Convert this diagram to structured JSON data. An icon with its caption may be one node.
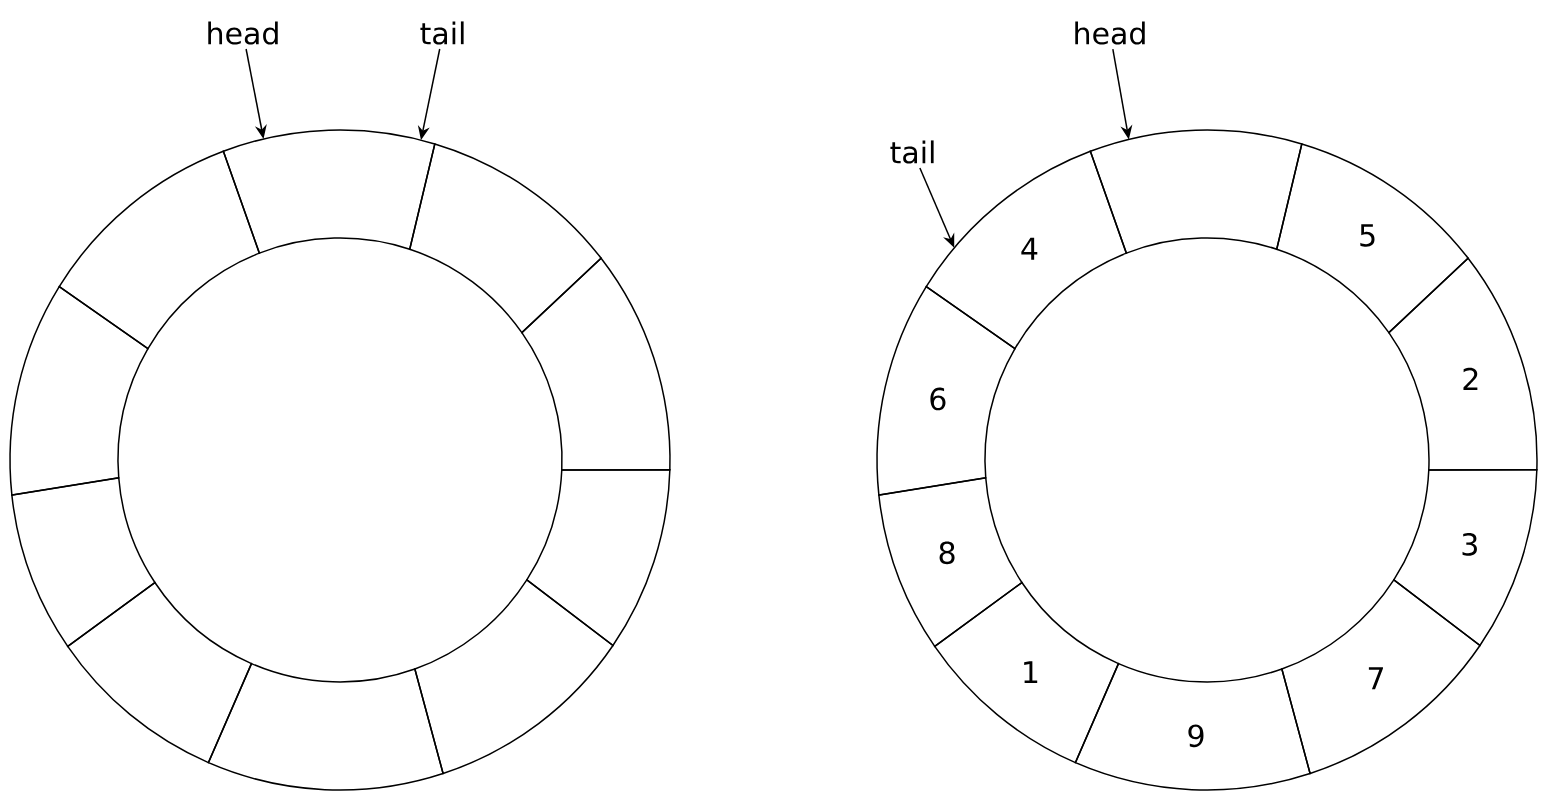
{
  "diagram": {
    "nodes": [
      {
        "text": [
          "head"
        ]
      },
      {
        "text": [
          "tail"
        ]
      },
      {
        "text": [],
        "shape": "box"
      },
      {
        "text": [],
        "shape": "box"
      },
      {
        "text": [],
        "shape": "box"
      },
      {
        "text": [],
        "shape": "box"
      },
      {
        "text": [],
        "shape": "box"
      },
      {
        "text": [],
        "shape": "box"
      },
      {
        "text": [],
        "shape": "box"
      },
      {
        "text": [],
        "shape": "box"
      },
      {
        "text": [],
        "shape": "box"
      },
      {
        "text": [],
        "shape": "box"
      },
      {
        "text": [
          "head"
        ]
      },
      {
        "text": [
          "tail"
        ]
      },
      {
        "text": [],
        "shape": "box"
      },
      {
        "text": [
          "5"
        ]
      },
      {
        "text": [
          "2"
        ]
      },
      {
        "text": [
          "3"
        ]
      },
      {
        "text": [
          "7"
        ]
      },
      {
        "text": [
          "9"
        ]
      },
      {
        "text": [
          "1"
        ]
      },
      {
        "text": [
          "8"
        ]
      },
      {
        "text": [
          "6"
        ]
      },
      {
        "text": [
          "4"
        ]
      }
    ],
    "edges": [
      {
        "from": 0,
        "to": 2,
        "arrow": "to"
      },
      {
        "from": 1,
        "to": 2,
        "arrow": "to"
      },
      {
        "from": 12,
        "to": 14,
        "arrow": "to"
      },
      {
        "from": 13,
        "to": 23,
        "arrow": "to"
      }
    ]
  }
}
